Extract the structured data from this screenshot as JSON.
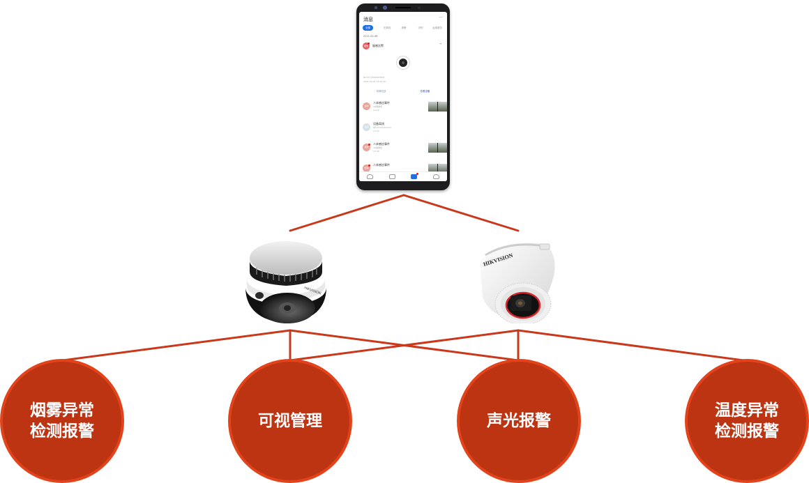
{
  "colors": {
    "accent_line": "#c9381a",
    "circle_fill": "#bd3413",
    "circle_ring": "#e2431a",
    "phone_accent": "#1e6fe6"
  },
  "phone": {
    "screen": {
      "title": "消息",
      "more_icon": "ellipsis-icon",
      "more_label": "···",
      "tabs": [
        {
          "label": "全部",
          "active": true
        },
        {
          "label": "在离线",
          "active": false
        },
        {
          "label": "报警",
          "active": false
        },
        {
          "label": "识别",
          "active": false
        },
        {
          "label": "运维服务",
          "active": false
        }
      ],
      "date": "2021-05-06",
      "alarm": {
        "badge": "报警",
        "title": "烟感告警",
        "chevron": "^",
        "serial": "NP-VTY(D84587608)",
        "timestamp": "2021-05-06 14:40:26",
        "action_left": "录像回放",
        "action_right": "查看设备"
      },
      "list": [
        {
          "badge": "侦测",
          "title": "人体感应事件",
          "sub": "4G摄像机",
          "time": "14:16",
          "thumb": true,
          "dot": false,
          "type": "red"
        },
        {
          "badge": "在线",
          "title": "设备离线",
          "sub": "NP-DY-XXXXXXXX",
          "time": "13:52",
          "thumb": false,
          "dot": false,
          "type": "grey"
        },
        {
          "badge": "侦测",
          "title": "人体感应事件",
          "sub": "4G摄像机",
          "time": "13:46",
          "thumb": true,
          "dot": true,
          "type": "red"
        },
        {
          "badge": "侦测",
          "title": "人体感应事件",
          "sub": "",
          "time": "",
          "thumb": true,
          "dot": true,
          "type": "red"
        }
      ],
      "bottom_nav": [
        {
          "icon": "cloud-icon"
        },
        {
          "icon": "tv-icon"
        },
        {
          "icon": "message-icon",
          "active": true
        },
        {
          "icon": "user-icon"
        }
      ]
    }
  },
  "devices": [
    {
      "name": "smoke-detector-camera",
      "brand": "HIKVISION"
    },
    {
      "name": "dome-camera",
      "brand": "HIKVISION"
    }
  ],
  "features": [
    {
      "label": "烟雾异常\n检测报警"
    },
    {
      "label": "可视管理"
    },
    {
      "label": "声光报警"
    },
    {
      "label": "温度异常\n检测报警"
    }
  ]
}
